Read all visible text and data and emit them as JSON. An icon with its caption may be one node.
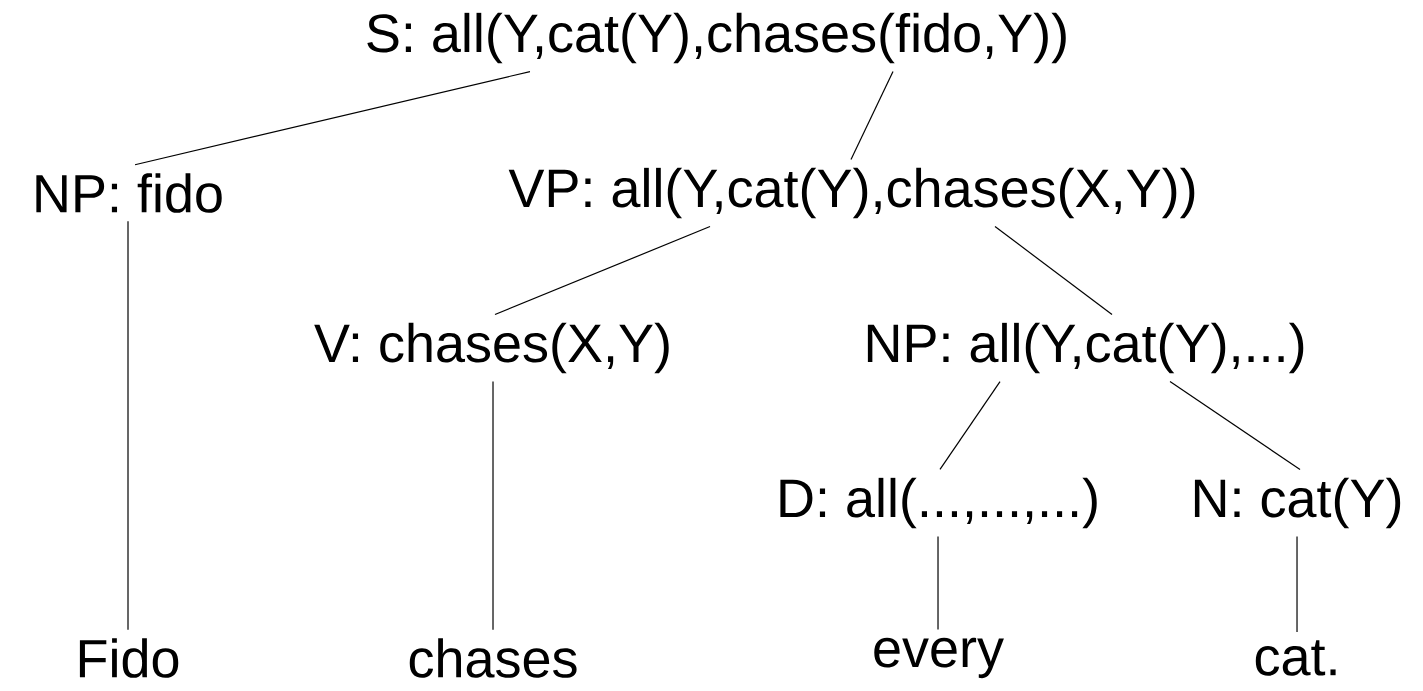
{
  "diagram": {
    "nodes": [
      {
        "text": [
          "S: all(Y,cat(Y),chases(fido,Y))"
        ]
      },
      {
        "text": [
          "NP: fido"
        ]
      },
      {
        "text": [
          "VP: all(Y,cat(Y),chases(X,Y))"
        ]
      },
      {
        "text": [
          "V: chases(X,Y)"
        ]
      },
      {
        "text": [
          "NP: all(Y,cat(Y),...)"
        ]
      },
      {
        "text": [
          "D: all(...,...,...)"
        ]
      },
      {
        "text": [
          "N: cat(Y)"
        ]
      },
      {
        "text": [
          "Fido"
        ]
      },
      {
        "text": [
          "chases"
        ]
      },
      {
        "text": [
          "every"
        ]
      },
      {
        "text": [
          "cat."
        ]
      }
    ],
    "edges": [
      {
        "from": 0,
        "to": 1,
        "arrow": "none"
      },
      {
        "from": 0,
        "to": 2,
        "arrow": "none"
      },
      {
        "from": 1,
        "to": 7,
        "arrow": "none"
      },
      {
        "from": 2,
        "to": 3,
        "arrow": "none"
      },
      {
        "from": 2,
        "to": 4,
        "arrow": "none"
      },
      {
        "from": 3,
        "to": 8,
        "arrow": "none"
      },
      {
        "from": 4,
        "to": 5,
        "arrow": "none"
      },
      {
        "from": 4,
        "to": 6,
        "arrow": "none"
      },
      {
        "from": 5,
        "to": 9,
        "arrow": "none"
      },
      {
        "from": 6,
        "to": 10,
        "arrow": "none"
      }
    ]
  }
}
